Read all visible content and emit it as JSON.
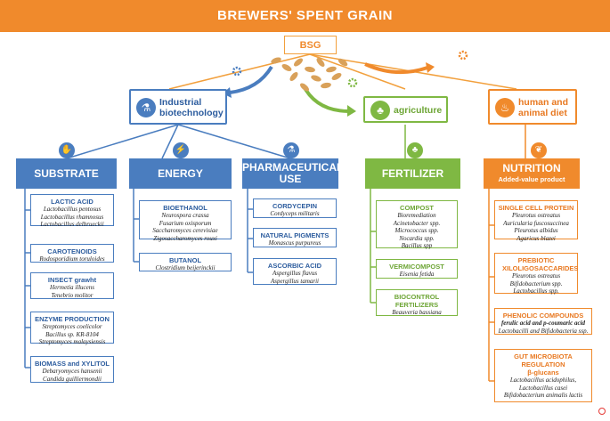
{
  "title": "BREWERS' SPENT GRAIN",
  "root": "BSG",
  "categories": {
    "industrial": [
      "Industrial",
      "biotechnology"
    ],
    "agriculture": "agriculture",
    "human": [
      "human and",
      "animal diet"
    ]
  },
  "columns": {
    "substrate": "SUBSTRATE",
    "energy": "ENERGY",
    "pharma": [
      "PHARMACEUTICAL",
      "USE"
    ],
    "fertilizer": "FERTILIZER",
    "nutrition": "NUTRITION",
    "nutrition_sub": "Added-value product"
  },
  "substrate": [
    {
      "title": "LACTIC ACID",
      "items": [
        "Lactobacillus pentosus",
        "Lactobacillus rhamnosus",
        "Lactobacillus delbrueckii"
      ]
    },
    {
      "title": "CAROTENOIDS",
      "items": [
        "Rodosporidium toruloides"
      ]
    },
    {
      "title": "INSECT grawht",
      "items": [
        "Hermetia illucens",
        "Tenebrio molitor"
      ]
    },
    {
      "title": "ENZYME PRODUCTION",
      "items": [
        "Streptomyces coelicolor",
        "Bacillus sp. KR-8104",
        "Streptomyces malaysiensis"
      ]
    },
    {
      "title": "BIOMASS and XYLITOL",
      "items": [
        "Debaryomyces hansenii",
        "Candida guilliermondii"
      ]
    }
  ],
  "energy": [
    {
      "title": "BIOETHANOL",
      "items": [
        "Neurospora crassa",
        "Fusarium oxisporum",
        "Saccharomyces cerevisiae",
        "Zigosaccharomyces rouxi"
      ]
    },
    {
      "title": "BUTANOL",
      "items": [
        "Clostridium beijerinckii"
      ]
    }
  ],
  "pharma": [
    {
      "title": "CORDYCEPIN",
      "items": [
        "Cordyceps militaris"
      ]
    },
    {
      "title": "NATURAL PIGMENTS",
      "items": [
        "Monascus purpureus"
      ]
    },
    {
      "title": "ASCORBIC ACID",
      "items": [
        "Aspergillus flavus",
        "Aspergillus tamarii"
      ]
    }
  ],
  "fertilizer": [
    {
      "title": "COMPOST",
      "items": [
        "Bioremediation",
        "Acinetobacter spp.",
        "Micrococcus spp.",
        "Nocardia spp.",
        "Bacillus spp"
      ]
    },
    {
      "title": "VERMICOMPOST",
      "items": [
        "Eisenia fetida"
      ]
    },
    {
      "title": "BIOCONTROL FERTILIZERS",
      "items": [
        "Beauveria bassiana"
      ]
    }
  ],
  "nutrition": [
    {
      "title": "SINGLE CELL PROTEIN",
      "items": [
        "Pleurotus ostreatus",
        "Auricularia fuscosuccinea",
        "Pleurotus albidus",
        "Agaricus blazei"
      ]
    },
    {
      "title": "PREBIOTIC XILOLIGOSACCARIDES",
      "items": [
        "Pleurotus ostreatus",
        "Bifidobacterium spp.",
        "Lactobacillus spp."
      ]
    },
    {
      "title": "PHENOLIC COMPOUNDS",
      "items": [
        "ferulic acid and p-coumaric acid",
        "Lactobacilli and Bifidobacteria ssp."
      ]
    },
    {
      "title": "GUT MICROBIOTA REGULATION",
      "subtitle": "β-glucans",
      "items": [
        "Lactobacillus acidophilus,",
        "Lactobacillus casei",
        "Bifidobacterium animalis lactis"
      ]
    }
  ],
  "colors": {
    "orange": "#F08A2C",
    "blue": "#4A7DBF",
    "green": "#7FB843"
  }
}
